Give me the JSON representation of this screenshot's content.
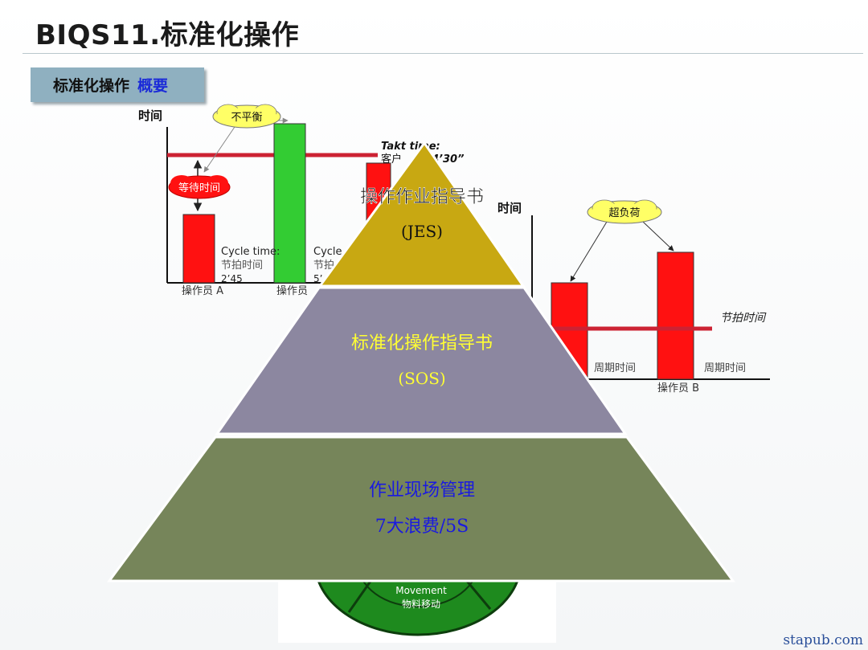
{
  "title": "BIQS11.标准化操作",
  "subtitle": {
    "main": "标准化操作",
    "highlight": "概要"
  },
  "left_chart": {
    "y_label": "时间",
    "imbalance_label": "不平衡",
    "wait_label": "等待时间",
    "takt_title": "Takt time:",
    "takt_sub": "客户",
    "takt_value": "4’30”",
    "cycle1_line1": "Cycle time:",
    "cycle1_line2": "节拍时间",
    "cycle1_line3": "2’45",
    "cycle2_line1": "Cycle",
    "cycle2_line2": "节拍",
    "cycle2_line3": "5’",
    "op_a": "操作员 A",
    "op_b": "操作员"
  },
  "right_chart": {
    "y_label": "时间",
    "overload_label": "超负荷",
    "takt_label": "节拍时间",
    "cycle_label_1": "周期时间",
    "cycle_label_2": "周期时间",
    "op_label": "操作员 B"
  },
  "wheel": {
    "line1": "Movement",
    "line2": "物料移动"
  },
  "pyramid": {
    "top_line1": "操作作业指导书",
    "top_line2": "(JES)",
    "mid_line1": "标准化操作指导书",
    "mid_line2": "(SOS)",
    "bottom_line1": "作业现场管理",
    "bottom_line2": "7大浪费/5S"
  },
  "colors": {
    "pyramid_top": "#c8a812",
    "pyramid_mid": "#8c87a0",
    "pyramid_bottom": "#76855a",
    "bar_red": "#ff1111",
    "bar_green": "#33cc33",
    "takt_line": "#cc2233",
    "cloud_fill": "#ffff66",
    "wheel_green": "#1e8a1e"
  },
  "watermark": "stapub.com"
}
